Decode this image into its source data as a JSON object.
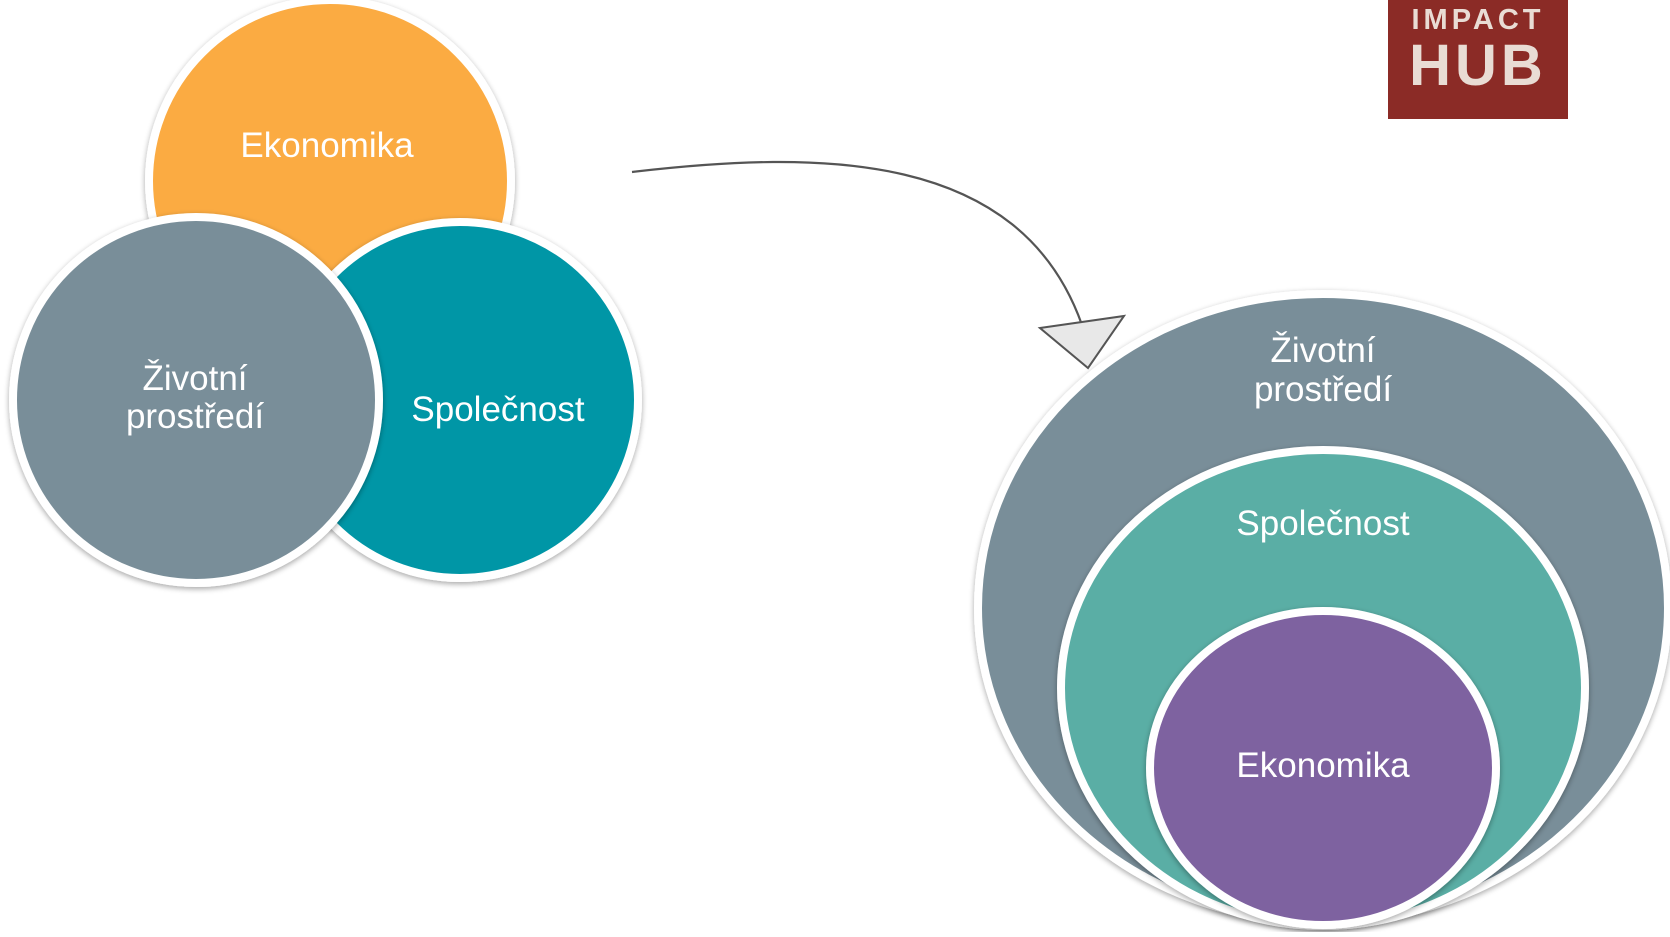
{
  "logo": {
    "line1": "IMPACT",
    "line2": "HUB",
    "background_color": "#8b2b26",
    "text_color": "#e9dcd4"
  },
  "venn": {
    "ekonomika": {
      "label": "Ekonomika",
      "color": "#fbab42"
    },
    "zivotni": {
      "line1": "Životní",
      "line2": "prostředí",
      "color": "#798e99"
    },
    "spolecnost": {
      "label": "Společnost",
      "color": "#0096a6"
    }
  },
  "nested": {
    "outer": {
      "line1": "Životní",
      "line2": "prostředí",
      "color": "#798e99"
    },
    "middle": {
      "label": "Společnost",
      "color": "#5aaea5"
    },
    "inner": {
      "label": "Ekonomika",
      "color": "#7e62a0"
    }
  },
  "arrow": {
    "color": "#555555",
    "head_fill": "#e8e8e8"
  }
}
